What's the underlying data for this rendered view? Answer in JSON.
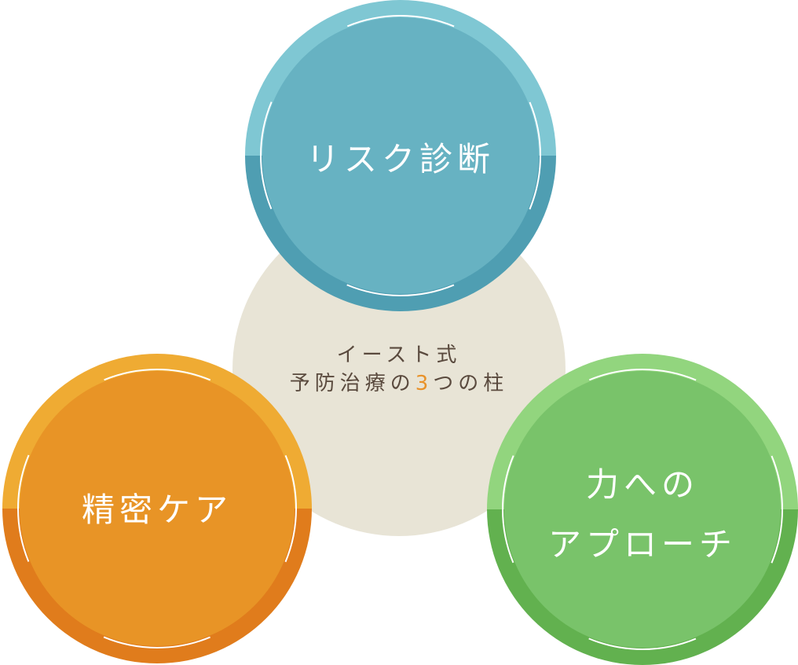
{
  "center": {
    "line1": "イースト式",
    "line2_before": "予防治療の",
    "line2_number": "3",
    "line2_after": "つの柱",
    "bg_color": "#e8e4d6",
    "text_color": "#5a4a3e",
    "accent_color": "#e8922a"
  },
  "pillars": [
    {
      "id": "risk",
      "lines": [
        "リスク診断"
      ],
      "colors": {
        "ring_top": "#7fc7d3",
        "ring_bottom": "#4f9eb2",
        "inner": "#67b2c2"
      }
    },
    {
      "id": "care",
      "lines": [
        "精密ケア"
      ],
      "colors": {
        "ring_top": "#efab33",
        "ring_bottom": "#e07c1c",
        "inner": "#e89426"
      }
    },
    {
      "id": "force",
      "lines": [
        "力への",
        "アプローチ"
      ],
      "colors": {
        "ring_top": "#92d57e",
        "ring_bottom": "#62b14f",
        "inner": "#79c36a"
      }
    }
  ]
}
